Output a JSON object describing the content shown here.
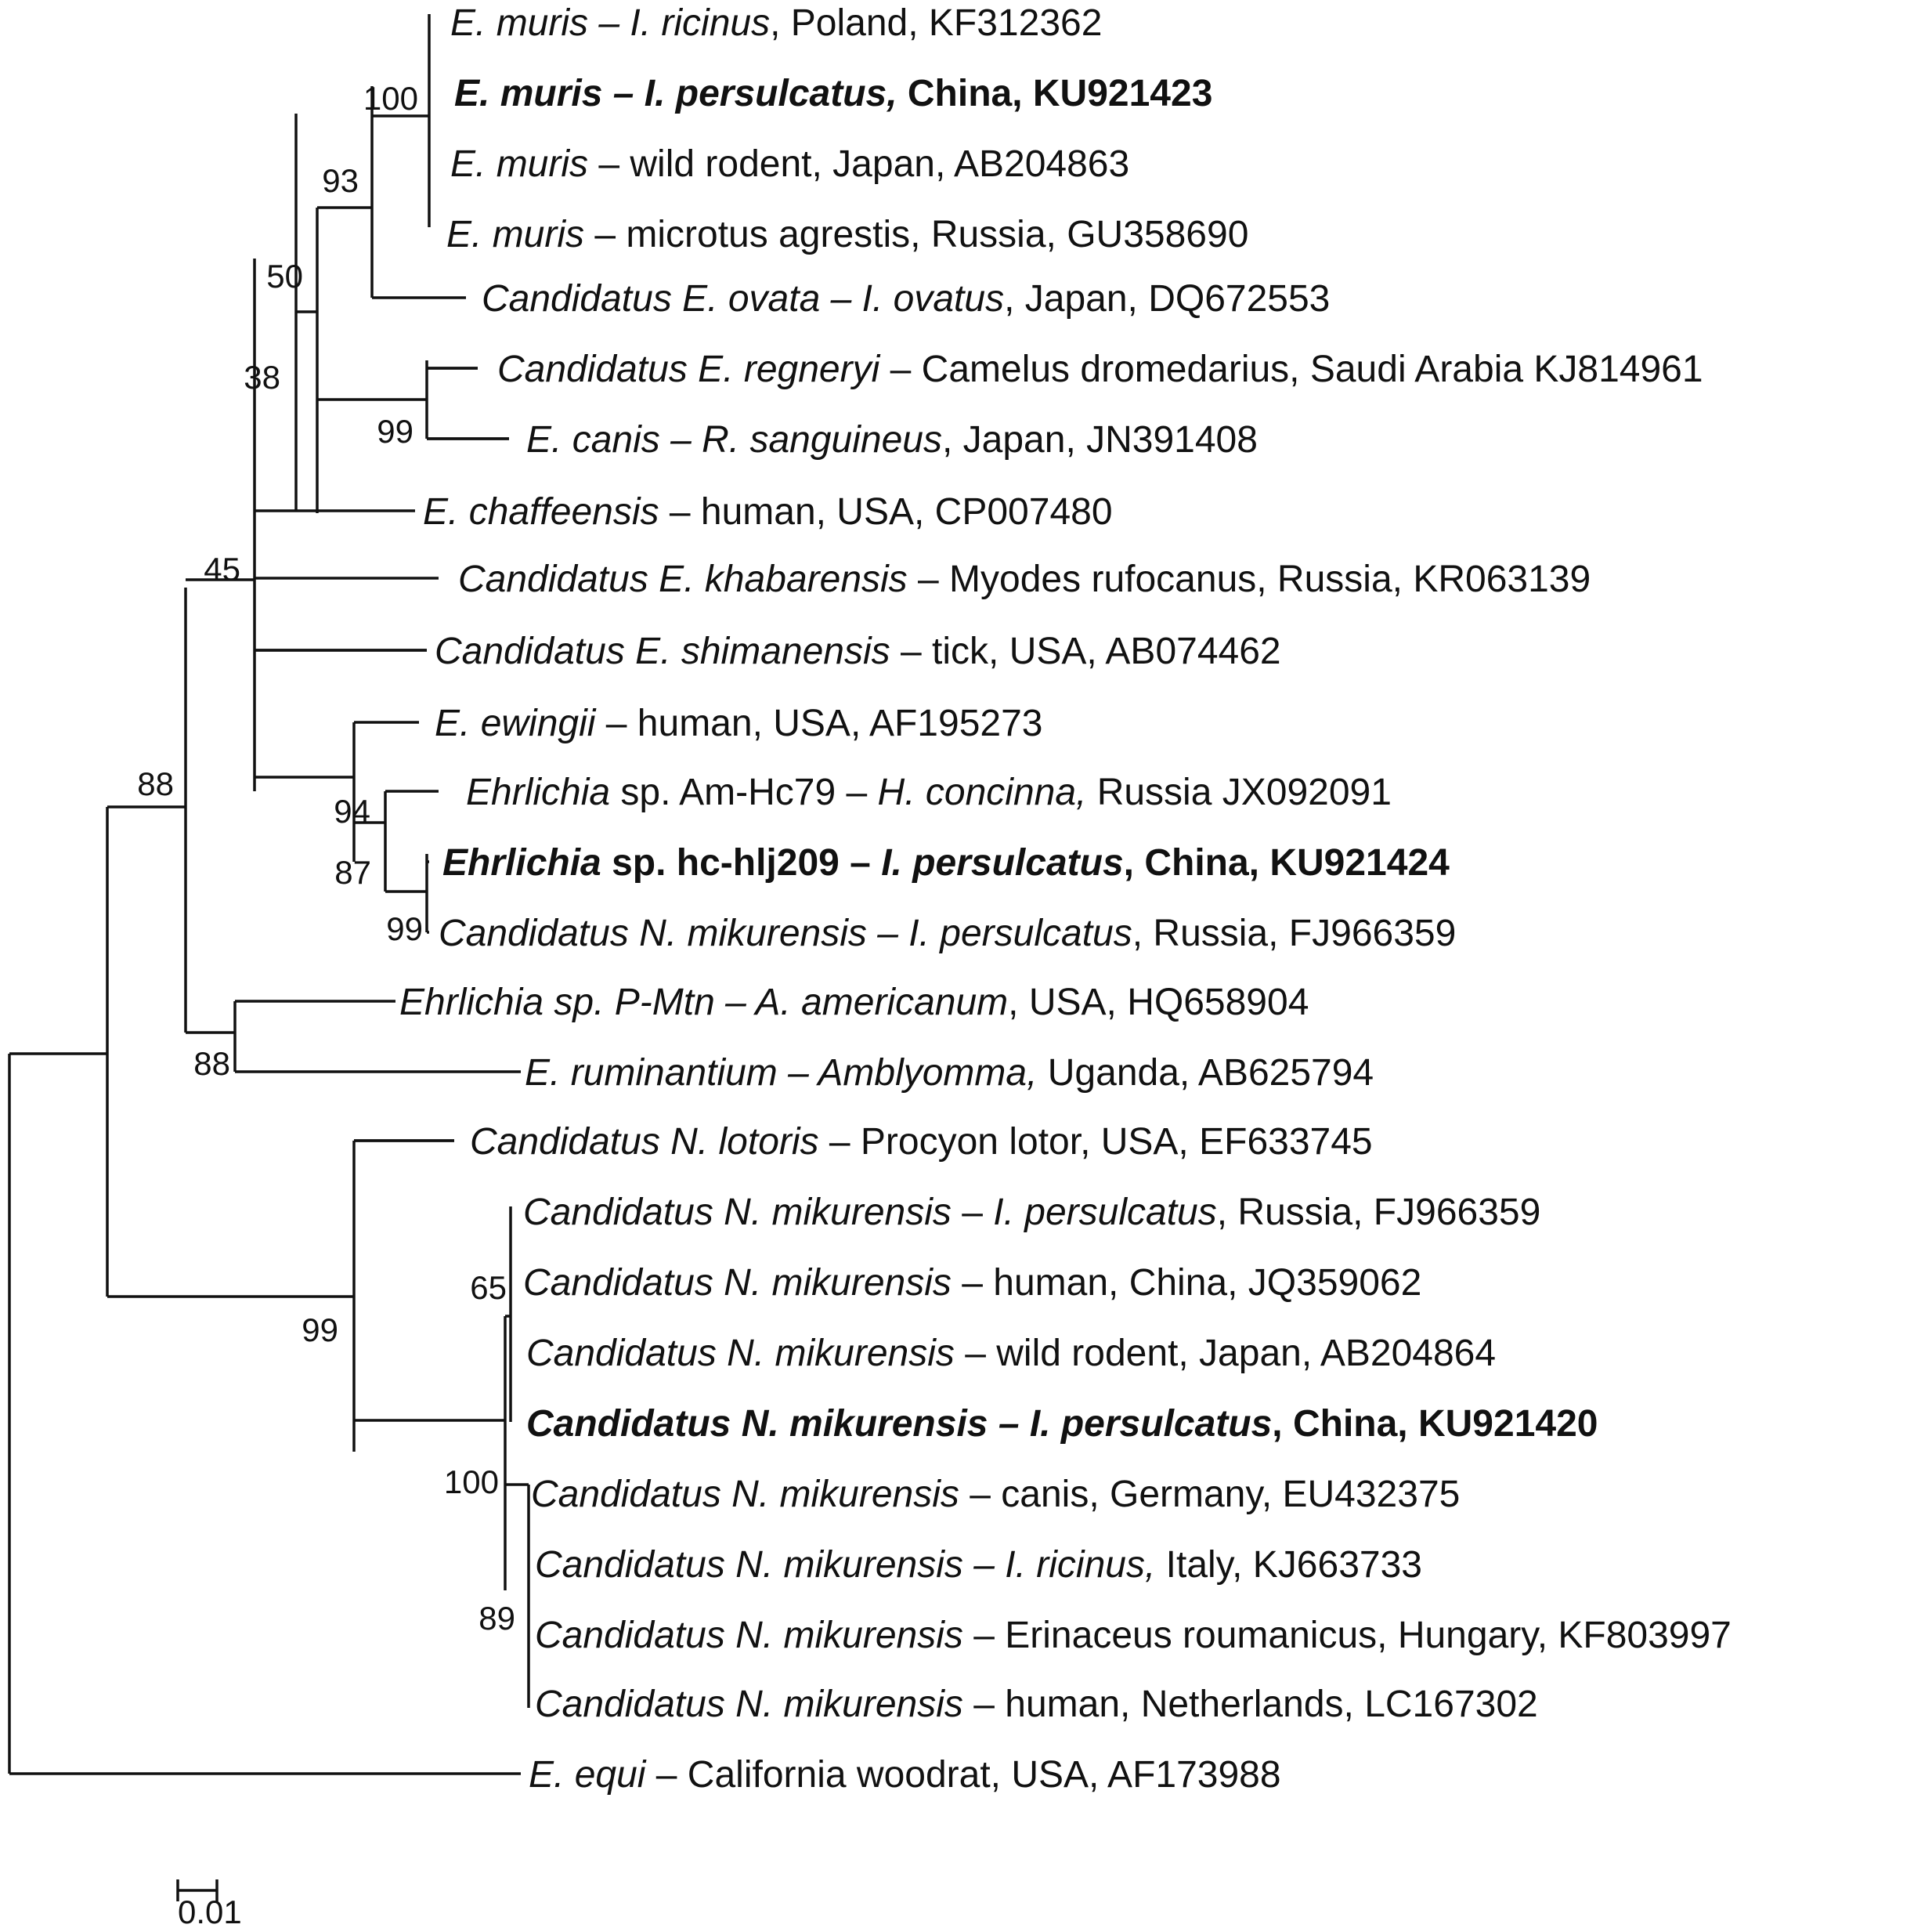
{
  "tree": {
    "leaves": [
      {
        "bold": false,
        "parts": [
          {
            "t": "E. muris – I. ricinus",
            "i": true
          },
          {
            "t": ", Poland, KF312362",
            "i": false
          }
        ]
      },
      {
        "bold": true,
        "parts": [
          {
            "t": "E. muris – I. persulcatus,",
            "i": true
          },
          {
            "t": " China, KU921423",
            "i": false
          }
        ]
      },
      {
        "bold": false,
        "parts": [
          {
            "t": "E. muris",
            "i": true
          },
          {
            "t": " – wild rodent, Japan, AB204863",
            "i": false
          }
        ]
      },
      {
        "bold": false,
        "parts": [
          {
            "t": "E. muris",
            "i": true
          },
          {
            "t": " – microtus agrestis, Russia, GU358690",
            "i": false
          }
        ]
      },
      {
        "bold": false,
        "parts": [
          {
            "t": "Candidatus E. ovata – I. ovatus",
            "i": true
          },
          {
            "t": ", Japan, DQ672553",
            "i": false
          }
        ]
      },
      {
        "bold": false,
        "parts": [
          {
            "t": "Candidatus E. regneryi",
            "i": true
          },
          {
            "t": " – Camelus dromedarius, Saudi Arabia KJ814961",
            "i": false
          }
        ]
      },
      {
        "bold": false,
        "parts": [
          {
            "t": "E. canis – R. sanguineus",
            "i": true
          },
          {
            "t": ", Japan, JN391408",
            "i": false
          }
        ]
      },
      {
        "bold": false,
        "parts": [
          {
            "t": "E. chaffeensis",
            "i": true
          },
          {
            "t": " – human, USA, CP007480",
            "i": false
          }
        ]
      },
      {
        "bold": false,
        "parts": [
          {
            "t": "Candidatus E. khabarensis",
            "i": true
          },
          {
            "t": " – Myodes rufocanus, Russia, KR063139",
            "i": false
          }
        ]
      },
      {
        "bold": false,
        "parts": [
          {
            "t": "Candidatus E. shimanensis",
            "i": true
          },
          {
            "t": " – tick, USA, AB074462",
            "i": false
          }
        ]
      },
      {
        "bold": false,
        "parts": [
          {
            "t": "E. ewingii",
            "i": true
          },
          {
            "t": " – human, USA, AF195273",
            "i": false
          }
        ]
      },
      {
        "bold": false,
        "parts": [
          {
            "t": "Ehrlichia",
            "i": true
          },
          {
            "t": " sp. Am-Hc79 – ",
            "i": false
          },
          {
            "t": "H. concinna,",
            "i": true
          },
          {
            "t": " Russia JX092091",
            "i": false
          }
        ]
      },
      {
        "bold": true,
        "parts": [
          {
            "t": "Ehrlichia",
            "i": true
          },
          {
            "t": " sp. hc-hlj209 – ",
            "i": false
          },
          {
            "t": "I. persulcatus",
            "i": true
          },
          {
            "t": ", China, KU921424",
            "i": false
          }
        ]
      },
      {
        "bold": false,
        "parts": [
          {
            "t": "Candidatus N. mikurensis – I. persulcatus",
            "i": true
          },
          {
            "t": ", Russia, FJ966359",
            "i": false
          }
        ]
      },
      {
        "bold": false,
        "parts": [
          {
            "t": "Ehrlichia sp. P-Mtn – A. americanum",
            "i": true
          },
          {
            "t": ", USA, HQ658904",
            "i": false
          }
        ]
      },
      {
        "bold": false,
        "parts": [
          {
            "t": "E. ruminantium – Amblyomma,",
            "i": true
          },
          {
            "t": " Uganda, AB625794",
            "i": false
          }
        ]
      },
      {
        "bold": false,
        "parts": [
          {
            "t": "Candidatus N. lotoris",
            "i": true
          },
          {
            "t": " – Procyon lotor, USA, EF633745",
            "i": false
          }
        ]
      },
      {
        "bold": false,
        "parts": [
          {
            "t": "Candidatus N. mikurensis",
            "i": true
          },
          {
            "t": " – ",
            "i": false
          },
          {
            "t": "I. persulcatus",
            "i": true
          },
          {
            "t": ", Russia, FJ966359",
            "i": false
          }
        ]
      },
      {
        "bold": false,
        "parts": [
          {
            "t": "Candidatus N. mikurensis",
            "i": true
          },
          {
            "t": " – human, China, JQ359062",
            "i": false
          }
        ]
      },
      {
        "bold": false,
        "parts": [
          {
            "t": "Candidatus N. mikurensis",
            "i": true
          },
          {
            "t": " – wild rodent, Japan, AB204864",
            "i": false
          }
        ]
      },
      {
        "bold": true,
        "parts": [
          {
            "t": "Candidatus N. mikurensis – I. persulcatus",
            "i": true
          },
          {
            "t": ", China, KU921420",
            "i": false
          }
        ]
      },
      {
        "bold": false,
        "parts": [
          {
            "t": "Candidatus N. mikurensis",
            "i": true
          },
          {
            "t": " – canis, Germany, EU432375",
            "i": false
          }
        ]
      },
      {
        "bold": false,
        "parts": [
          {
            "t": "Candidatus  N. mikurensis – I. ricinus,",
            "i": true
          },
          {
            "t": " Italy, KJ663733",
            "i": false
          }
        ]
      },
      {
        "bold": false,
        "parts": [
          {
            "t": "Candidatus N. mikurensis",
            "i": true
          },
          {
            "t": " – Erinaceus roumanicus, Hungary, KF803997",
            "i": false
          }
        ]
      },
      {
        "bold": false,
        "parts": [
          {
            "t": "Candidatus N. mikurensis",
            "i": true
          },
          {
            "t": " – human, Netherlands, LC167302",
            "i": false
          }
        ]
      },
      {
        "bold": false,
        "parts": [
          {
            "t": "E. equi",
            "i": true
          },
          {
            "t": " – California woodrat, USA, AF173988",
            "i": false
          }
        ]
      }
    ],
    "support_values": [
      "100",
      "93",
      "50",
      "38",
      "99",
      "45",
      "94",
      "87",
      "99",
      "88",
      "88",
      "99",
      "65",
      "100",
      "89"
    ],
    "scale_bar_label": "0.01"
  }
}
